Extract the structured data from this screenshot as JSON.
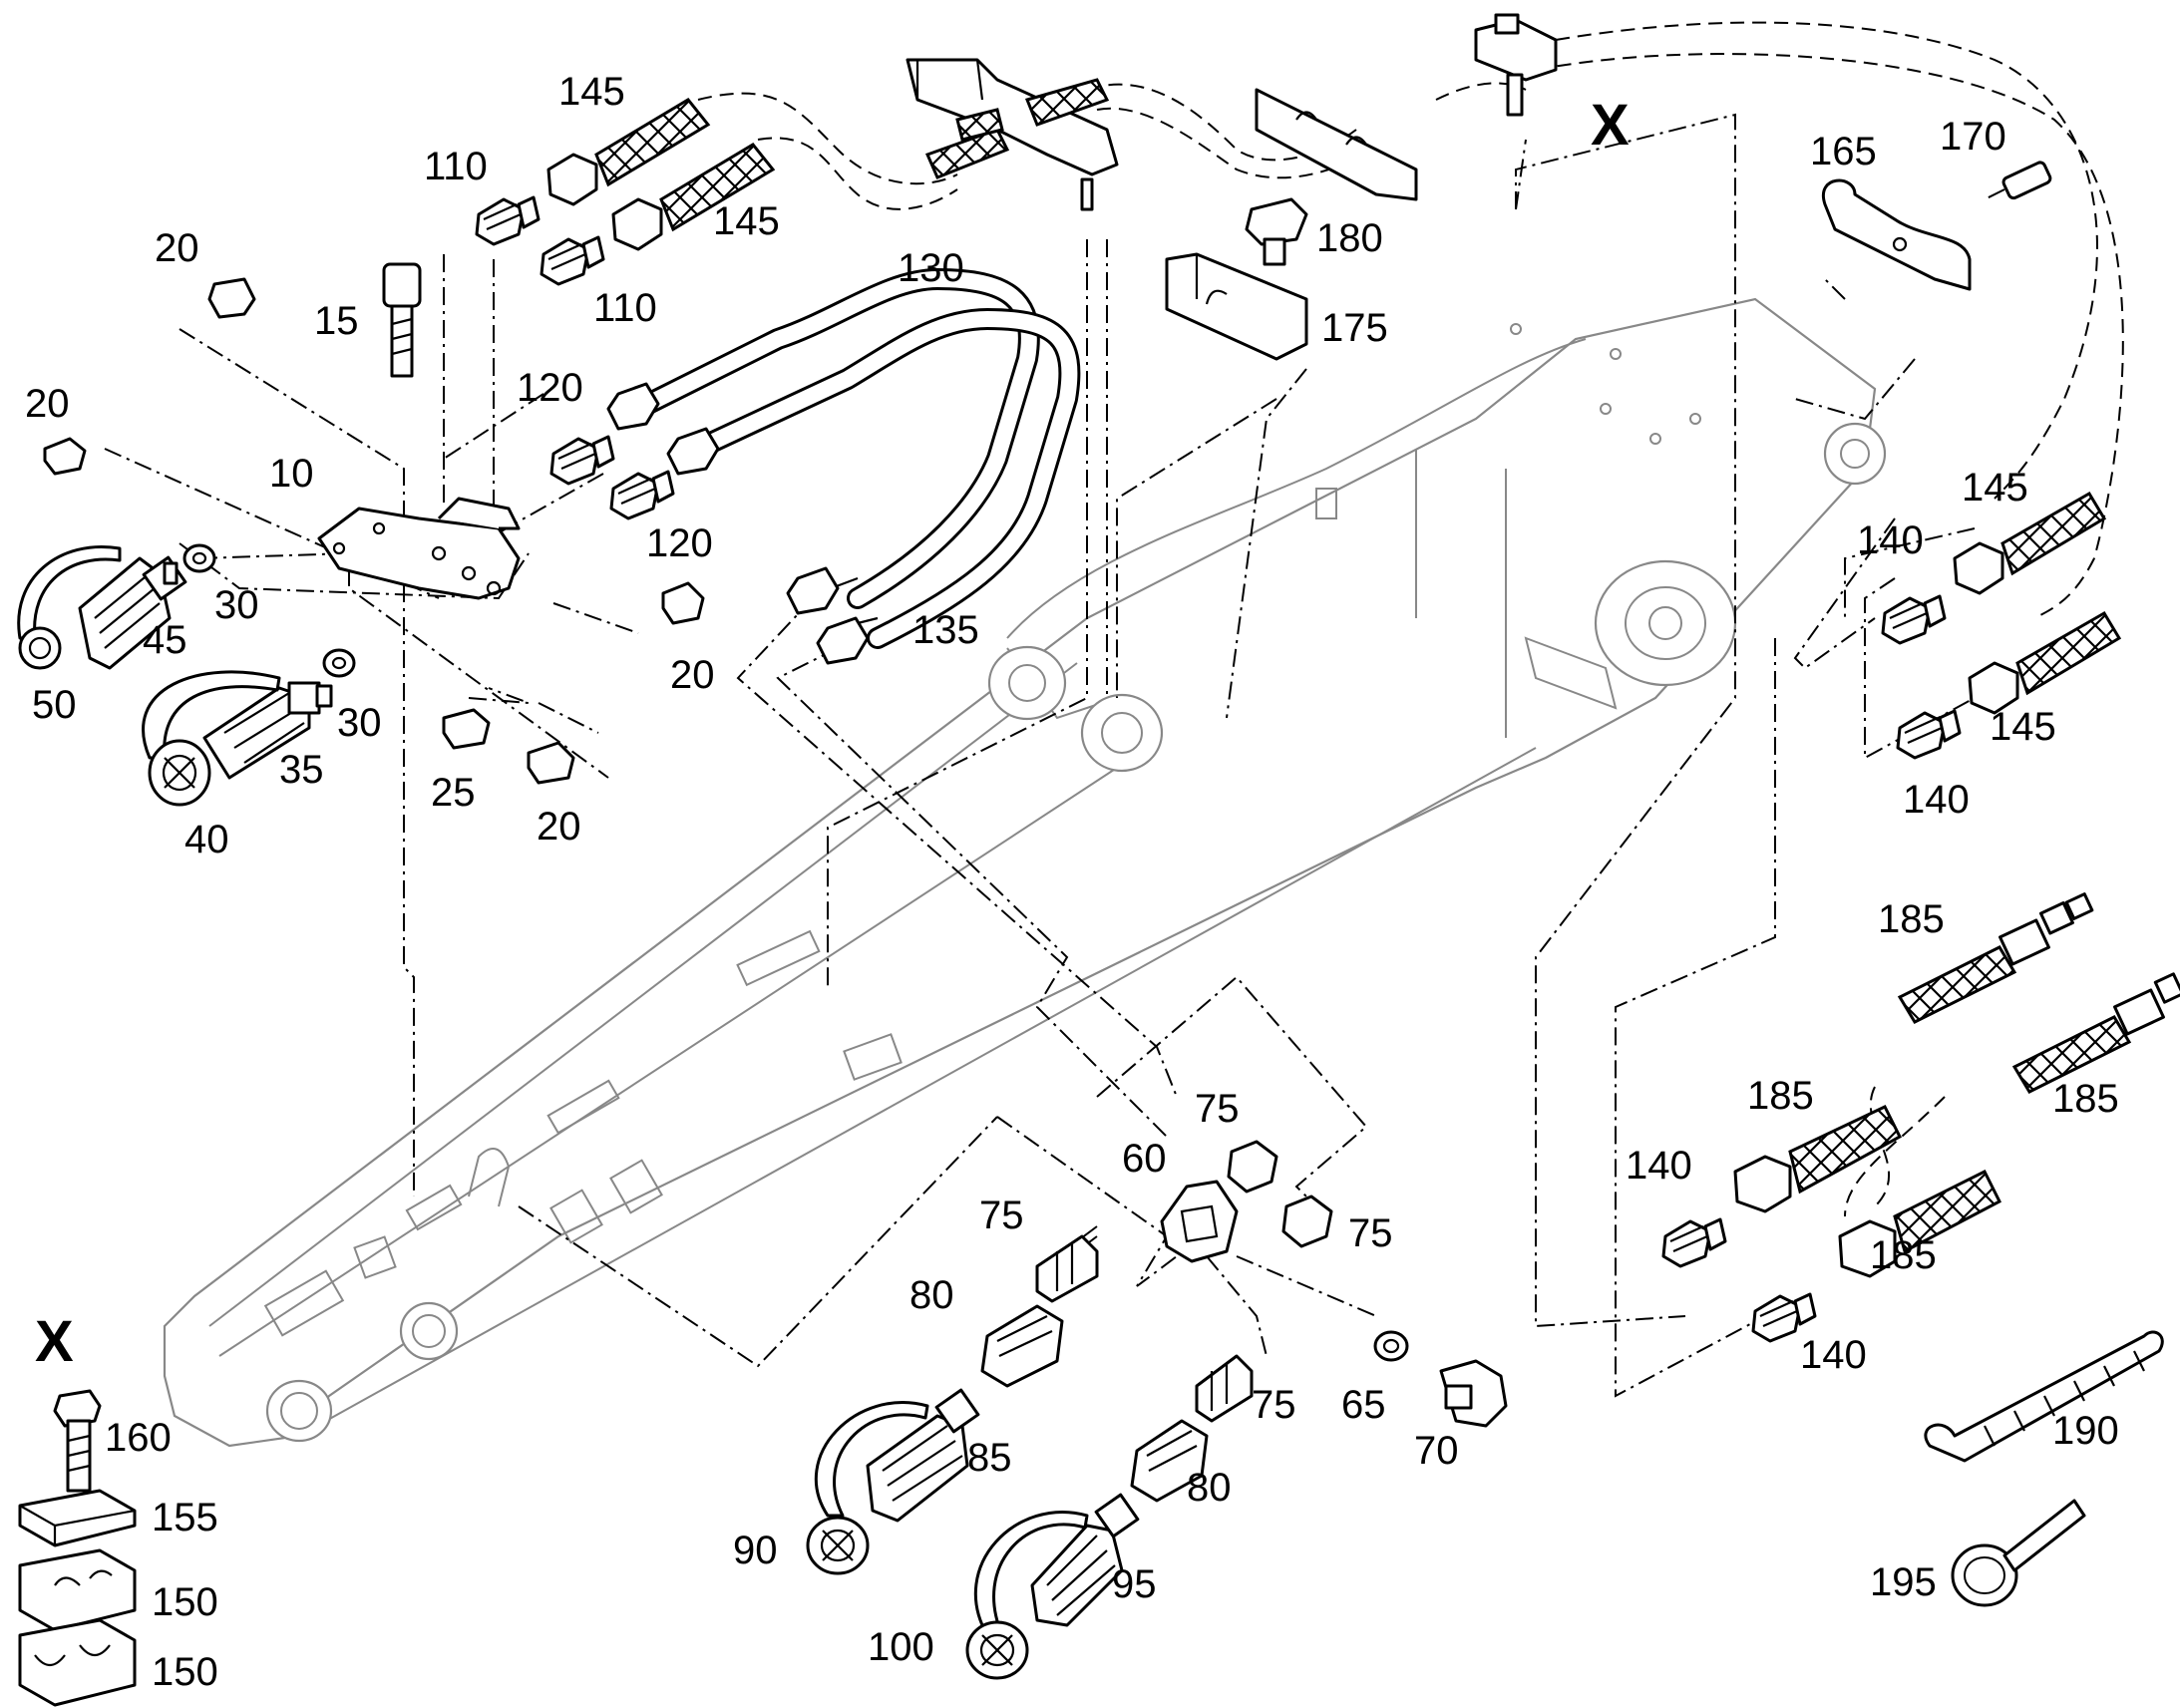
{
  "diagram": {
    "labels": {
      "p10": "10",
      "p15": "15",
      "p20a": "20",
      "p20b": "20",
      "p20c": "20",
      "p20d": "20",
      "p25": "25",
      "p30a": "30",
      "p30b": "30",
      "p35": "35",
      "p40": "40",
      "p45": "45",
      "p50": "50",
      "p60": "60",
      "p65": "65",
      "p70": "70",
      "p75a": "75",
      "p75b": "75",
      "p75c": "75",
      "p75d": "75",
      "p80a": "80",
      "p80b": "80",
      "p85": "85",
      "p90": "90",
      "p95": "95",
      "p100": "100",
      "p110a": "110",
      "p110b": "110",
      "p120a": "120",
      "p120b": "120",
      "p130": "130",
      "p135": "135",
      "p140a": "140",
      "p140b": "140",
      "p140c": "140",
      "p140d": "140",
      "p145a": "145",
      "p145b": "145",
      "p145c": "145",
      "p145d": "145",
      "p150a": "150",
      "p150b": "150",
      "p155": "155",
      "p160": "160",
      "p165": "165",
      "p170": "170",
      "p175": "175",
      "p180": "180",
      "p185a": "185",
      "p185b": "185",
      "p185c": "185",
      "p185d": "185",
      "p190": "190",
      "p195": "195"
    },
    "detail_marks": {
      "x_top": "X",
      "x_inset": "X"
    }
  }
}
